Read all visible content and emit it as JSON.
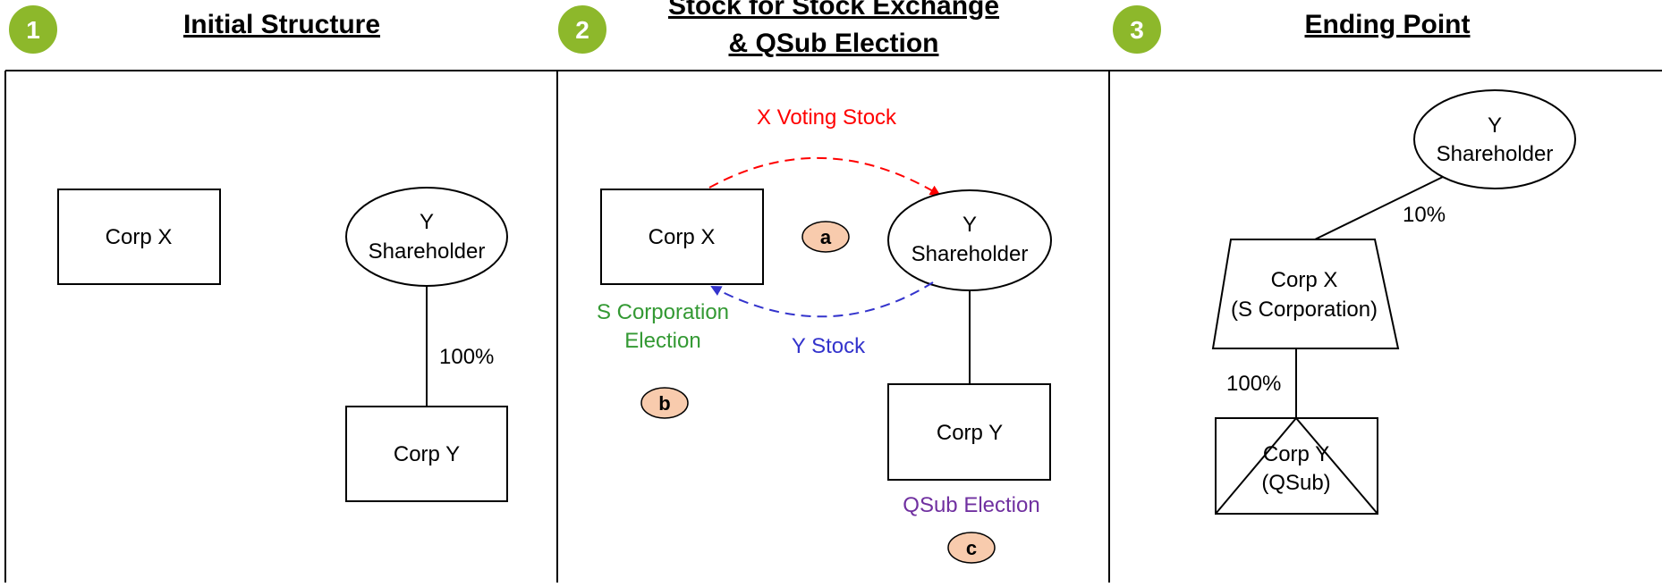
{
  "panels": [
    {
      "number": "1",
      "title_lines": [
        "Initial Structure"
      ]
    },
    {
      "number": "2",
      "title_lines": [
        "Stock for Stock Exchange",
        "& QSub Election"
      ]
    },
    {
      "number": "3",
      "title_lines": [
        "Ending Point"
      ]
    }
  ],
  "panel1": {
    "corp_x": "Corp X",
    "y_shareholder": [
      "Y",
      "Shareholder"
    ],
    "corp_y": "Corp Y",
    "ownership_pct": "100%"
  },
  "panel2": {
    "corp_x": "Corp X",
    "y_shareholder": [
      "Y",
      "Shareholder"
    ],
    "corp_y": "Corp Y",
    "x_voting_stock": "X Voting Stock",
    "y_stock": "Y Stock",
    "s_corp_election": [
      "S Corporation",
      "Election"
    ],
    "qsub_election": "QSub Election",
    "step_a": "a",
    "step_b": "b",
    "step_c": "c",
    "colors": {
      "x_voting_stock": "#FF0000",
      "y_stock": "#3333CC",
      "s_corp_election": "#339933",
      "qsub_election": "#7030A0"
    }
  },
  "panel3": {
    "y_shareholder": [
      "Y",
      "Shareholder"
    ],
    "corp_x": [
      "Corp X",
      "(S Corporation)"
    ],
    "corp_y": [
      "Corp Y",
      "(QSub)"
    ],
    "pct_top": "10%",
    "pct_bottom": "100%"
  }
}
